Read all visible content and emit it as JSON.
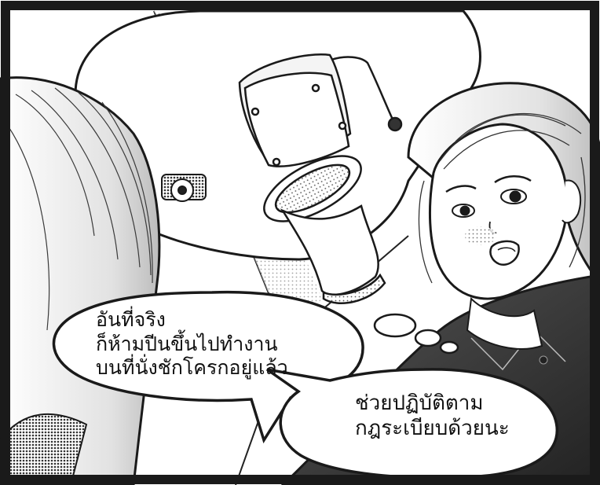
{
  "panel": {
    "speech_left": {
      "lines": [
        "อันที่จริง",
        "ก็ห้ามปีนขึ้นไปทำงาน",
        "บนที่นั่งชักโครกอยู่แล้ว"
      ]
    },
    "speech_right": {
      "lines": [
        "ช่วยปฏิบัติตาม",
        "กฎระเบียบด้วยนะ"
      ]
    }
  },
  "colors": {
    "ink": "#111111",
    "paper": "#ffffff",
    "screentone": "#6a6a6a",
    "dark_tone": "#2a2a2a"
  }
}
